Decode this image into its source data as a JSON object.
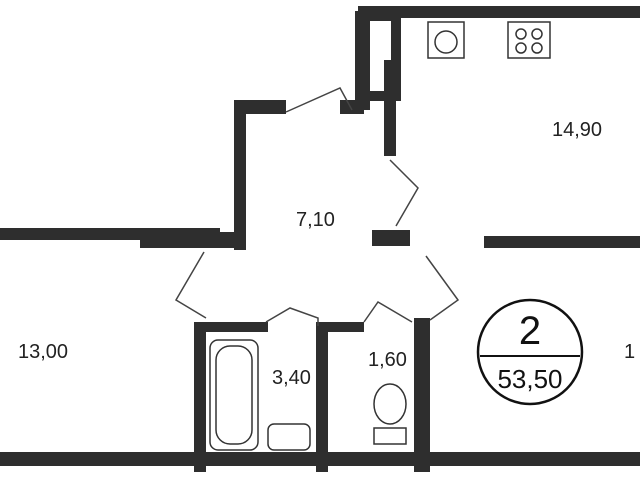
{
  "rooms": [
    {
      "id": "kitchen",
      "area": "14,90"
    },
    {
      "id": "hall",
      "area": "7,10"
    },
    {
      "id": "living-room",
      "area": "13,00"
    },
    {
      "id": "bathroom",
      "area": "3,40"
    },
    {
      "id": "wc",
      "area": "1,60"
    },
    {
      "id": "right-room-cut",
      "area": "1"
    }
  ],
  "badge": {
    "rooms_count": "2",
    "total_area": "53,50"
  },
  "colors": {
    "wall": "#2e2e2e",
    "fixture": "#333333",
    "background": "#ffffff"
  }
}
